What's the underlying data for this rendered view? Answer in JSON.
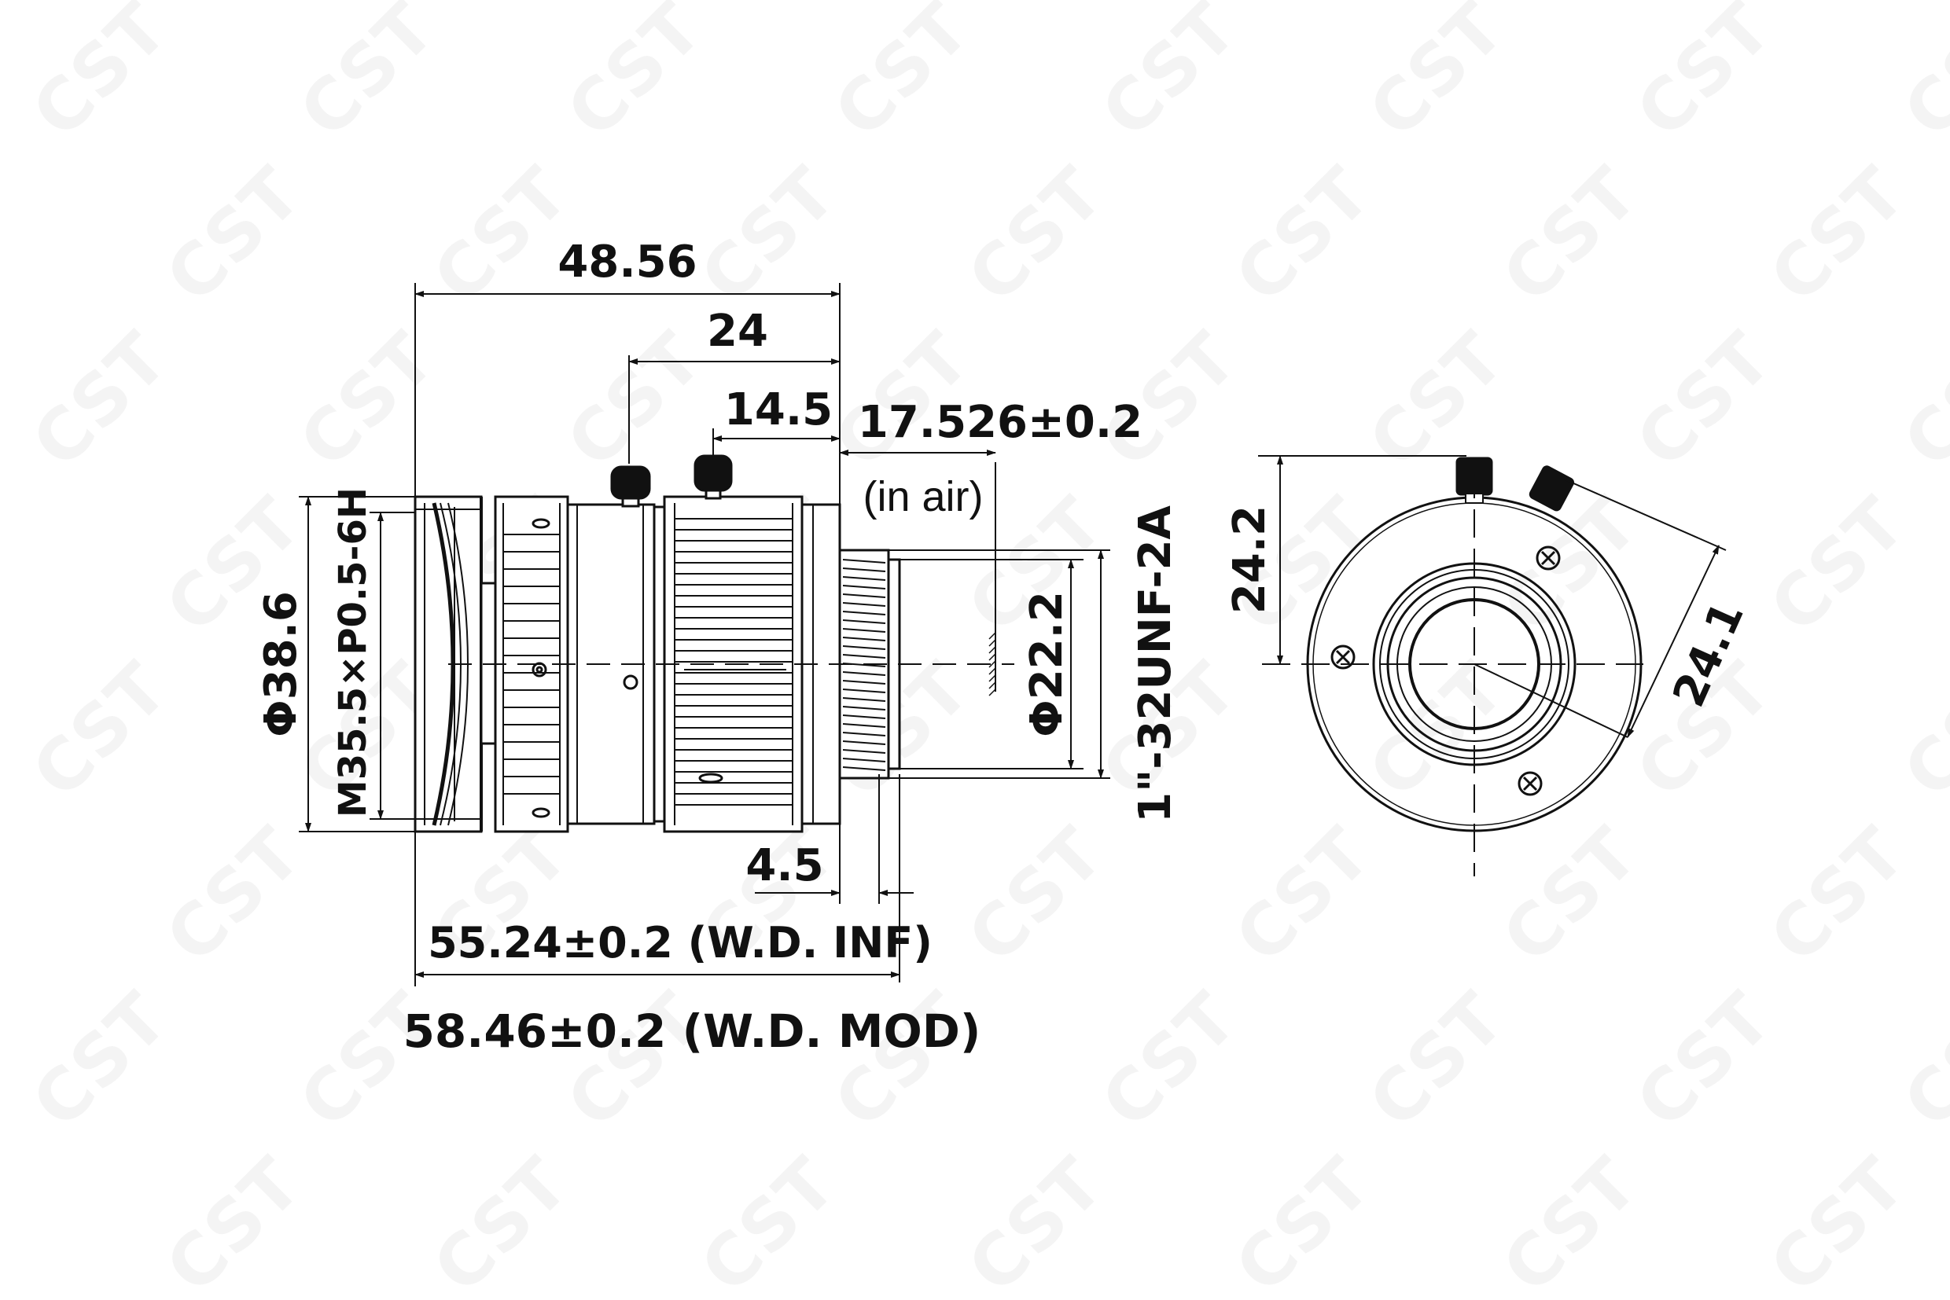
{
  "watermark": {
    "text": "CST"
  },
  "colors": {
    "line": "#111111",
    "background": "#ffffff"
  },
  "side_view": {
    "dim_overall_length": "48.56",
    "dim_24": "24",
    "dim_14_5": "14.5",
    "dim_flange_back": "17.526±0.2",
    "dim_flange_note": "(in air)",
    "dim_thread_diameter": "Φ22.2",
    "dim_mount_thread": "1\"-32UNF-2A",
    "dim_body_diameter": "Φ38.6",
    "dim_filter_thread": "M35.5×P0.5-6H",
    "dim_4_5": "4.5",
    "dim_wd_inf": "55.24±0.2 (W.D. INF)",
    "dim_wd_mod": "58.46±0.2 (W.D. MOD)"
  },
  "front_view": {
    "dim_24_2": "24.2",
    "dim_24_1": "24.1"
  }
}
